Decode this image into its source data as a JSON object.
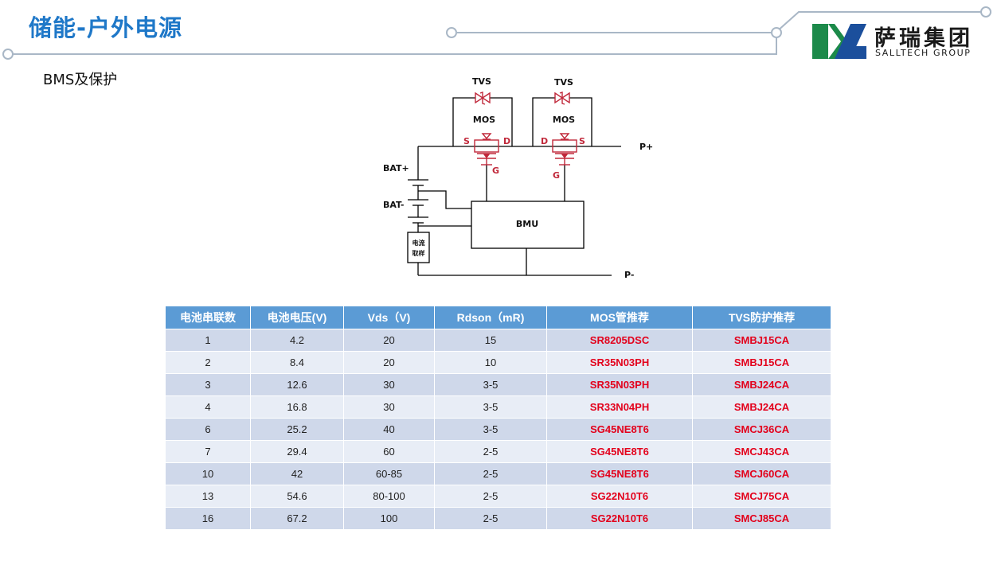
{
  "title": "储能-户外电源",
  "subtitle": "BMS及保护",
  "logo": {
    "name_cn": "萨瑞集团",
    "name_en": "SALLTECH GROUP",
    "colors": {
      "green": "#1c8a4a",
      "blue": "#1b4f9c"
    }
  },
  "circuit": {
    "tvs_left": "TVS",
    "tvs_right": "TVS",
    "mos_left": "MOS",
    "mos_right": "MOS",
    "pin_s_left": "S",
    "pin_d_left": "D",
    "pin_d_right": "D",
    "pin_s_right": "S",
    "gate_left": "G",
    "gate_right": "G",
    "p_plus": "P+",
    "p_minus": "P-",
    "bat_plus": "BAT+",
    "bat_minus": "BAT-",
    "bmu": "BMU",
    "current_sense_line1": "电流",
    "current_sense_line2": "取样"
  },
  "table": {
    "headers": [
      "电池串联数",
      "电池电压(V)",
      "Vds（V)",
      "Rdson（mR)",
      "MOS管推荐",
      "TVS防护推荐"
    ],
    "rows": [
      [
        "1",
        "4.2",
        "20",
        "15",
        "SR8205DSC",
        "SMBJ15CA"
      ],
      [
        "2",
        "8.4",
        "20",
        "10",
        "SR35N03PH",
        "SMBJ15CA"
      ],
      [
        "3",
        "12.6",
        "30",
        "3-5",
        "SR35N03PH",
        "SMBJ24CA"
      ],
      [
        "4",
        "16.8",
        "30",
        "3-5",
        "SR33N04PH",
        "SMBJ24CA"
      ],
      [
        "6",
        "25.2",
        "40",
        "3-5",
        "SG45NE8T6",
        "SMCJ36CA"
      ],
      [
        "7",
        "29.4",
        "60",
        "2-5",
        "SG45NE8T6",
        "SMCJ43CA"
      ],
      [
        "10",
        "42",
        "60-85",
        "2-5",
        "SG45NE8T6",
        "SMCJ60CA"
      ],
      [
        "13",
        "54.6",
        "80-100",
        "2-5",
        "SG22N10T6",
        "SMCJ75CA"
      ],
      [
        "16",
        "67.2",
        "100",
        "2-5",
        "SG22N10T6",
        "SMCJ85CA"
      ]
    ],
    "header_color": "#5b9bd5",
    "highlight_color": "#e3001b"
  }
}
